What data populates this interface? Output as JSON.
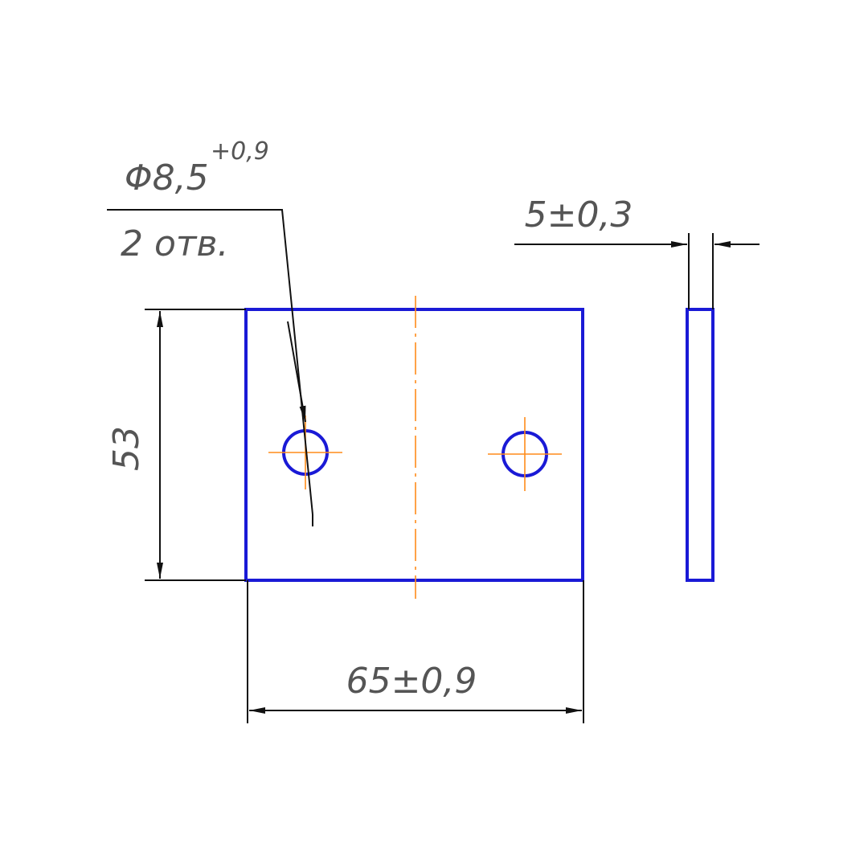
{
  "drawing": {
    "hole_diameter": "Φ8,5",
    "hole_tolerance": "+0,9",
    "hole_count": "2 отв.",
    "height": "53",
    "width": "65±0,9",
    "thickness": "5±0,3"
  },
  "colors": {
    "part_outline": "#1a1ad6",
    "center_lines": "#ff8c1a",
    "dimension_lines": "#111111",
    "dimension_text": "#555555"
  }
}
